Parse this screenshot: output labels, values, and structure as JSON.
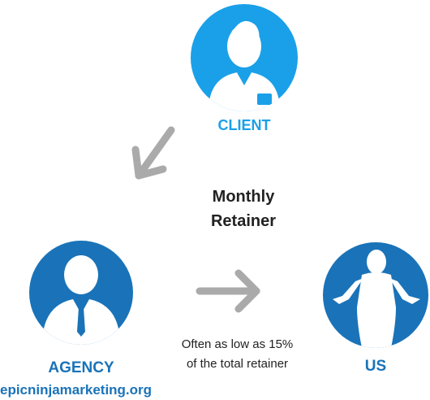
{
  "colors": {
    "client": "#1aa0e8",
    "agency": "#1a73b8",
    "us": "#1a73b8",
    "arrow": "#aaaaaa",
    "text": "#222222"
  },
  "nodes": {
    "client": {
      "label": "CLIENT",
      "icon": "client-person-icon"
    },
    "agency": {
      "label": "AGENCY",
      "icon": "businessman-icon"
    },
    "us": {
      "label": "US",
      "icon": "shrugging-person-icon"
    }
  },
  "edges": {
    "client_to_agency": {
      "label_line1": "Monthly",
      "label_line2": "Retainer"
    },
    "agency_to_us": {
      "label_line1": "Often as low as 15%",
      "label_line2": "of the total retainer"
    }
  },
  "footer": {
    "site": "epicninjamarketing.org"
  }
}
